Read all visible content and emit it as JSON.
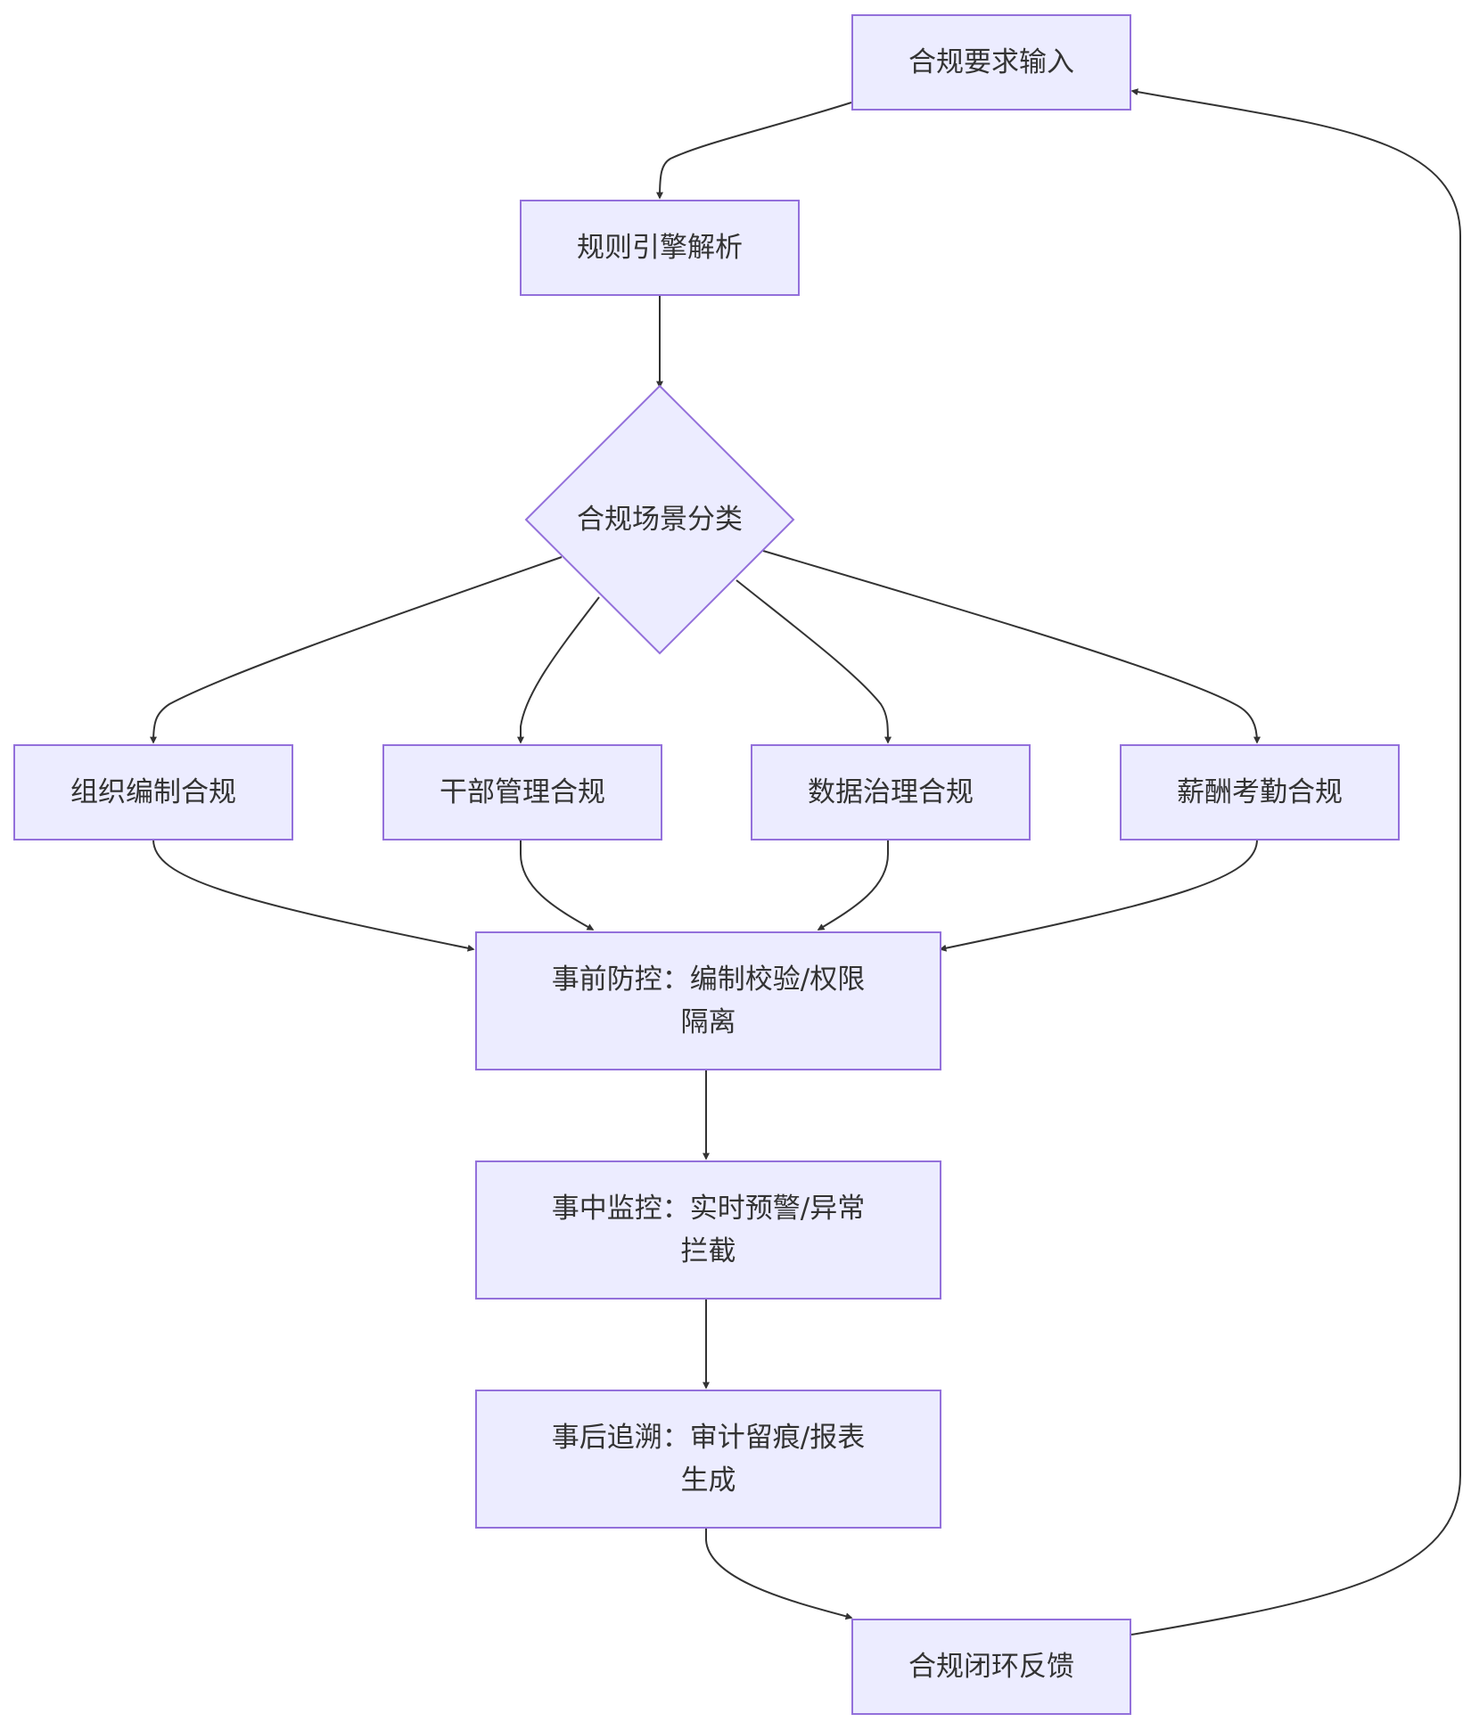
{
  "colors": {
    "node_fill": "#ECECFF",
    "node_stroke": "#9370DB",
    "edge": "#333333",
    "text": "#333333",
    "background": "#ffffff"
  },
  "nodes": {
    "input": "合规要求输入",
    "engine": "规则引擎解析",
    "classify": "合规场景分类",
    "org": "组织编制合规",
    "cadre": "干部管理合规",
    "data": "数据治理合规",
    "salary": "薪酬考勤合规",
    "pre_line1": "事前防控：编制校验/权限",
    "pre_line2": "隔离",
    "mid_line1": "事中监控：实时预警/异常",
    "mid_line2": "拦截",
    "post_line1": "事后追溯：审计留痕/报表",
    "post_line2": "生成",
    "feedback": "合规闭环反馈"
  },
  "edges": [
    {
      "from": "input",
      "to": "engine"
    },
    {
      "from": "engine",
      "to": "classify"
    },
    {
      "from": "classify",
      "to": "org"
    },
    {
      "from": "classify",
      "to": "cadre"
    },
    {
      "from": "classify",
      "to": "data"
    },
    {
      "from": "classify",
      "to": "salary"
    },
    {
      "from": "org",
      "to": "pre"
    },
    {
      "from": "cadre",
      "to": "pre"
    },
    {
      "from": "data",
      "to": "pre"
    },
    {
      "from": "salary",
      "to": "pre"
    },
    {
      "from": "pre",
      "to": "mid"
    },
    {
      "from": "mid",
      "to": "post"
    },
    {
      "from": "post",
      "to": "feedback"
    },
    {
      "from": "feedback",
      "to": "input"
    }
  ]
}
